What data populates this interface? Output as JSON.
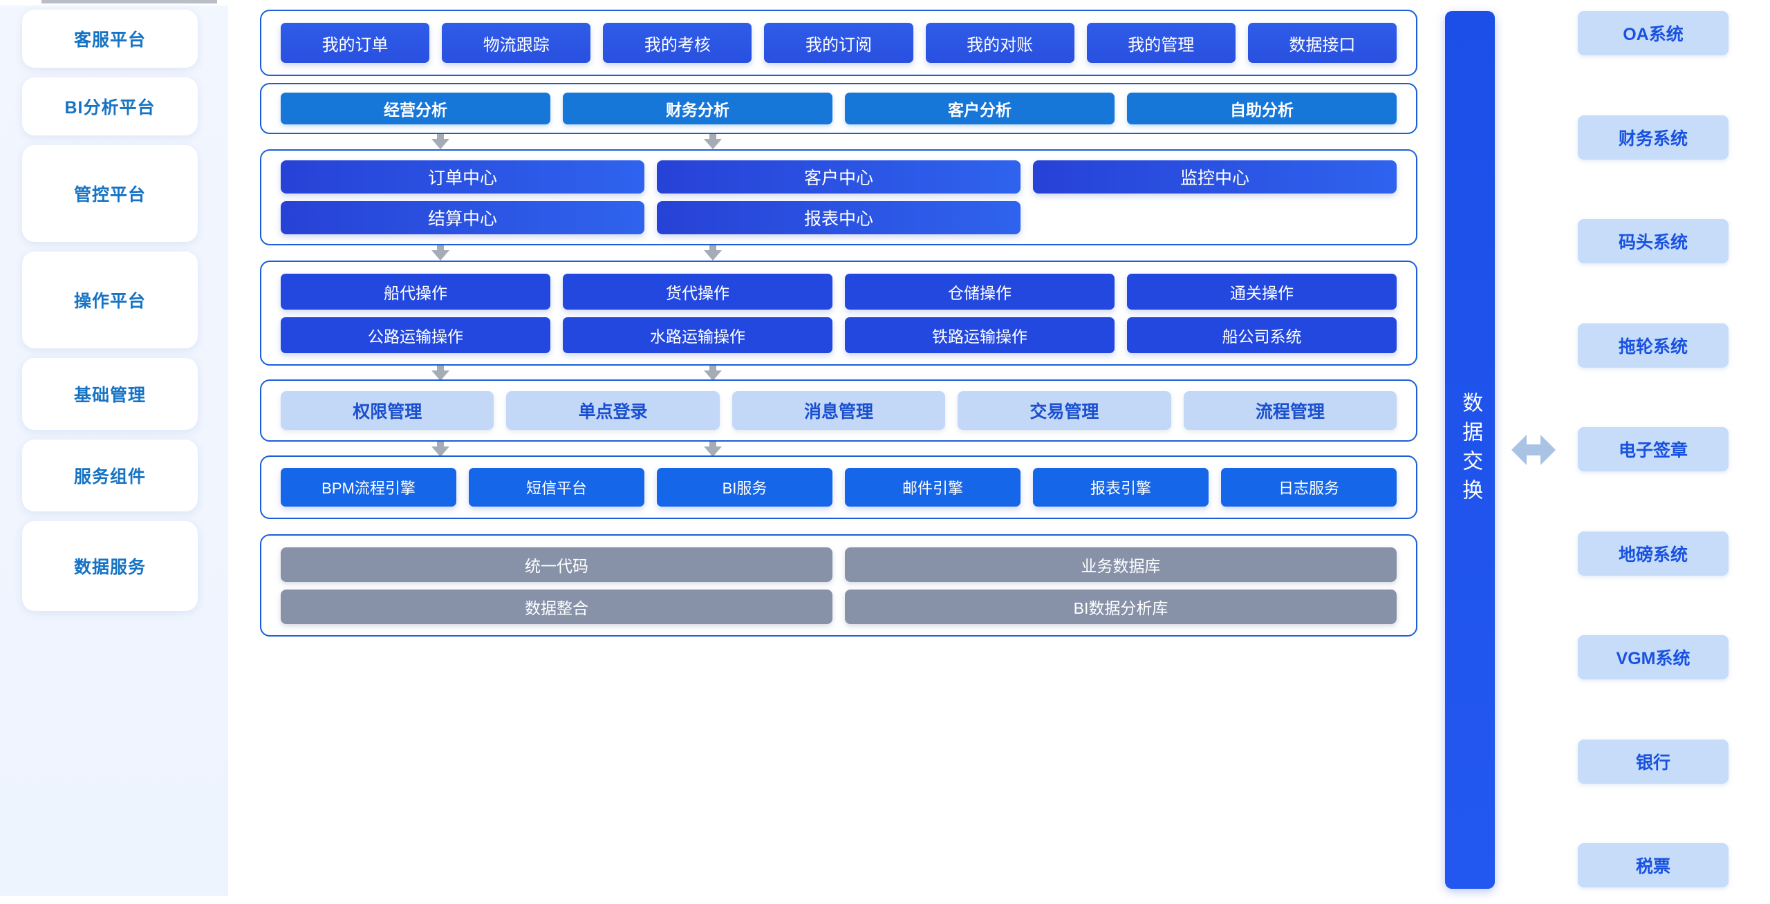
{
  "sidebar": {
    "items": [
      {
        "label": "客服平台"
      },
      {
        "label": "BI分析平台"
      },
      {
        "label": "管控平台"
      },
      {
        "label": "操作平台"
      },
      {
        "label": "基础管理"
      },
      {
        "label": "服务组件"
      },
      {
        "label": "数据服务"
      }
    ]
  },
  "layers": {
    "customer_service": {
      "items": [
        "我的订单",
        "物流跟踪",
        "我的考核",
        "我的订阅",
        "我的对账",
        "我的管理",
        "数据接口"
      ]
    },
    "bi_platform": {
      "items": [
        "经营分析",
        "财务分析",
        "客户分析",
        "自助分析"
      ]
    },
    "control_platform": {
      "row1": [
        "订单中心",
        "客户中心",
        "监控中心"
      ],
      "row2": [
        "结算中心",
        "报表中心"
      ]
    },
    "operation_platform": {
      "row1": [
        "船代操作",
        "货代操作",
        "仓储操作",
        "通关操作"
      ],
      "row2": [
        "公路运输操作",
        "水路运输操作",
        "铁路运输操作",
        "船公司系统"
      ]
    },
    "basic_management": {
      "items": [
        "权限管理",
        "单点登录",
        "消息管理",
        "交易管理",
        "流程管理"
      ]
    },
    "service_components": {
      "items": [
        "BPM流程引擎",
        "短信平台",
        "BI服务",
        "邮件引擎",
        "报表引擎",
        "日志服务"
      ]
    },
    "data_service": {
      "row1": [
        "统一代码",
        "业务数据库"
      ],
      "row2": [
        "数据整合",
        "BI数据分析库"
      ]
    }
  },
  "exchange": {
    "label": "数据交换"
  },
  "external_systems": {
    "items": [
      "OA系统",
      "财务系统",
      "码头系统",
      "拖轮系统",
      "电子签章",
      "地磅系统",
      "VGM系统",
      "银行",
      "税票"
    ]
  },
  "colors": {
    "panel_border": "#1a5fd8",
    "chip_primary": "#2950e0",
    "chip_bi": "#1677d9",
    "chip_operation": "#2348e0",
    "chip_basic_bg": "#c3d8f7",
    "chip_basic_text": "#1a4fd0",
    "chip_service": "#1566e8",
    "chip_data": "#8792a8",
    "exchange_bar": "#1b4fe8",
    "system_box_bg": "#c6dcf8",
    "system_box_text": "#1a52e0",
    "sidebar_label": "#1673c4",
    "arrow_vertical": "#a6acb5",
    "arrow_horizontal": "#a9c3e4"
  }
}
